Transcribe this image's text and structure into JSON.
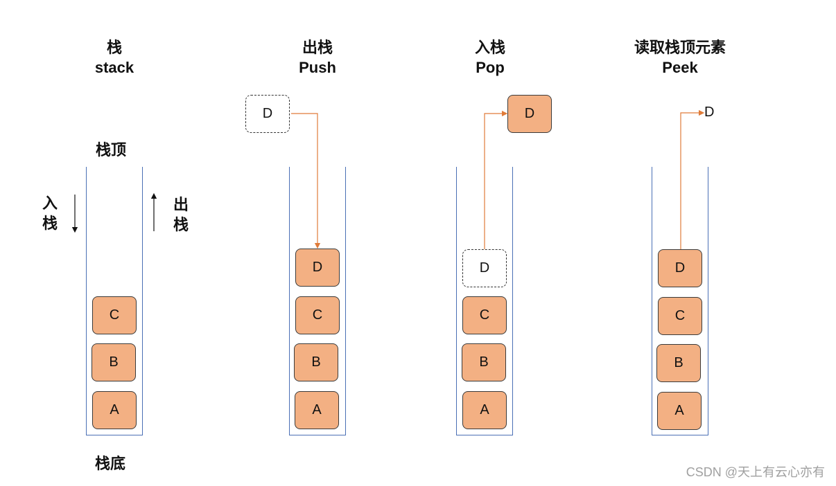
{
  "columns": [
    {
      "title_cn": "栈",
      "title_en": "stack"
    },
    {
      "title_cn": "出栈",
      "title_en": "Push"
    },
    {
      "title_cn": "入栈",
      "title_en": "Pop"
    },
    {
      "title_cn": "读取栈顶元素",
      "title_en": "Peek"
    }
  ],
  "labels": {
    "top": "栈顶",
    "bottom": "栈底",
    "push_side": "入栈",
    "pop_side": "出栈"
  },
  "blocks": {
    "a": "A",
    "b": "B",
    "c": "C",
    "d": "D"
  },
  "watermark": "CSDN @天上有云心亦有",
  "colors": {
    "block_fill": "#f3b083",
    "arrow": "#e07b39",
    "container": "#4a6fb5"
  }
}
